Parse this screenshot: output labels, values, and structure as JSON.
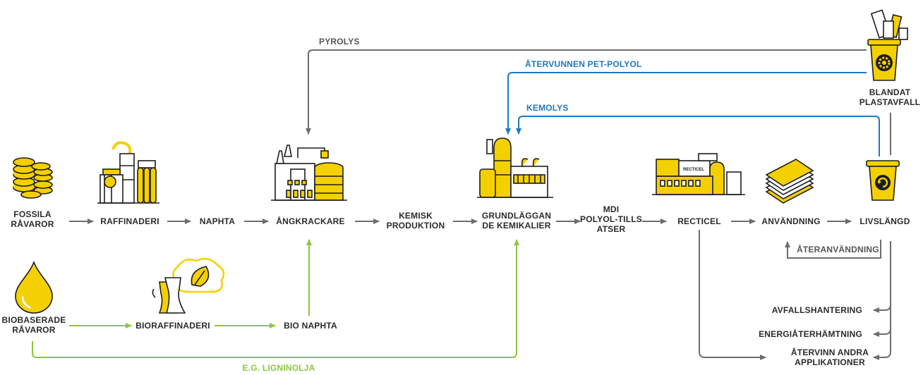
{
  "colors": {
    "yellow": "#f5d000",
    "dark": "#1d1d1d",
    "grey_line": "#6d6d6d",
    "blue": "#1f78c1",
    "green": "#8cc63f"
  },
  "nodes": {
    "fossila": [
      "FOSSILA",
      "RÅVAROR"
    ],
    "raffinaderi": [
      "RAFFINADERI"
    ],
    "naphta": [
      "NAPHTA"
    ],
    "angkrackare": [
      "ÅNGKRACKARE"
    ],
    "kemisk": [
      "KEMISK",
      "PRODUKTION"
    ],
    "grund": [
      "GRUNDLÄGGAN",
      "DE KEMIKALIER"
    ],
    "mdi": [
      "MDI",
      "POLYOL-TILLS",
      "ATSER"
    ],
    "recticel": [
      "RECTICEL"
    ],
    "anvandning": [
      "ANVÄNDNING"
    ],
    "livslangd": [
      "LIVSLÄNGD"
    ],
    "biobaserade": [
      "BIOBASERADE",
      "RÅVAROR"
    ],
    "bioraffinaderi": [
      "BIORAFFINADERI"
    ],
    "bionaphta": [
      "BIO NAPHTA"
    ],
    "blandat": [
      "BLANDAT",
      "PLASTAVFALL"
    ]
  },
  "flows": {
    "pyrolys": "PYROLYS",
    "atervunnen": "ÅTERVUNNEN PET-POLYOL",
    "kemolys": "KEMOLYS",
    "ateranvandning": "ÅTERANVÄNDNING",
    "ligninolja": "E.G. LIGNINOLJA"
  },
  "end_of_life": {
    "avfall": [
      "AVFALLSHANTERING"
    ],
    "energi": [
      "ENERGIÅTERHÄMTNING"
    ],
    "atervinn": [
      "ÅTERVINN ANDRA",
      "APPLIKATIONER"
    ]
  },
  "icons": {
    "fossil": "oil-barrels-icon",
    "refinery": "refinery-icon",
    "cracker": "steam-cracker-icon",
    "chemical": "chemical-plant-icon",
    "recticel": "recticel-factory-icon",
    "use": "foam-sheets-icon",
    "bin": "recycle-bin-icon",
    "waste": "mixed-plastic-waste-bin-icon",
    "oil": "oil-drop-icon",
    "biorefinery": "biorefinery-icon"
  }
}
